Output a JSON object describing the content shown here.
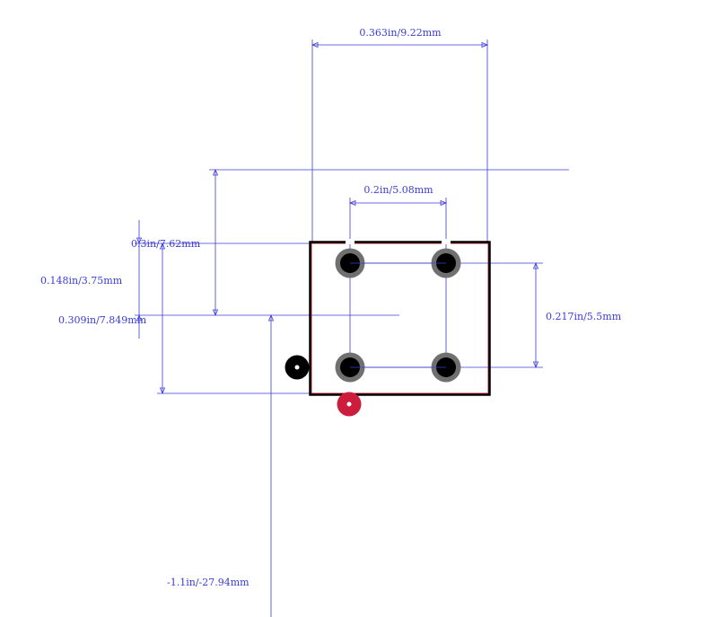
{
  "colors": {
    "dimension": "#3b3bd6",
    "outline": "#000000",
    "courtyard": "#cc1e3c",
    "pad_ring": "#707070",
    "pad_hole": "#000000",
    "origin_marker": "#000000",
    "pin1_marker": "#cc1e3c",
    "background": "#ffffff"
  },
  "dimensions": {
    "overall_width": "0.363in/9.22mm",
    "pad_pitch_x": "0.2in/5.08mm",
    "body_height": "0.3in/7.62mm",
    "offset_y": "0.148in/3.75mm",
    "total_height": "0.309in/7.849mm",
    "pad_pitch_y": "0.217in/5.5mm",
    "origin_offset": "-1.1in/-27.94mm"
  },
  "icons": {
    "origin_marker": "origin-marker-icon",
    "pin1_marker": "pin1-marker-icon",
    "arrow": "dimension-arrow-icon"
  },
  "pads": [
    {
      "id": "pad-1"
    },
    {
      "id": "pad-2"
    },
    {
      "id": "pad-3"
    },
    {
      "id": "pad-4"
    }
  ]
}
